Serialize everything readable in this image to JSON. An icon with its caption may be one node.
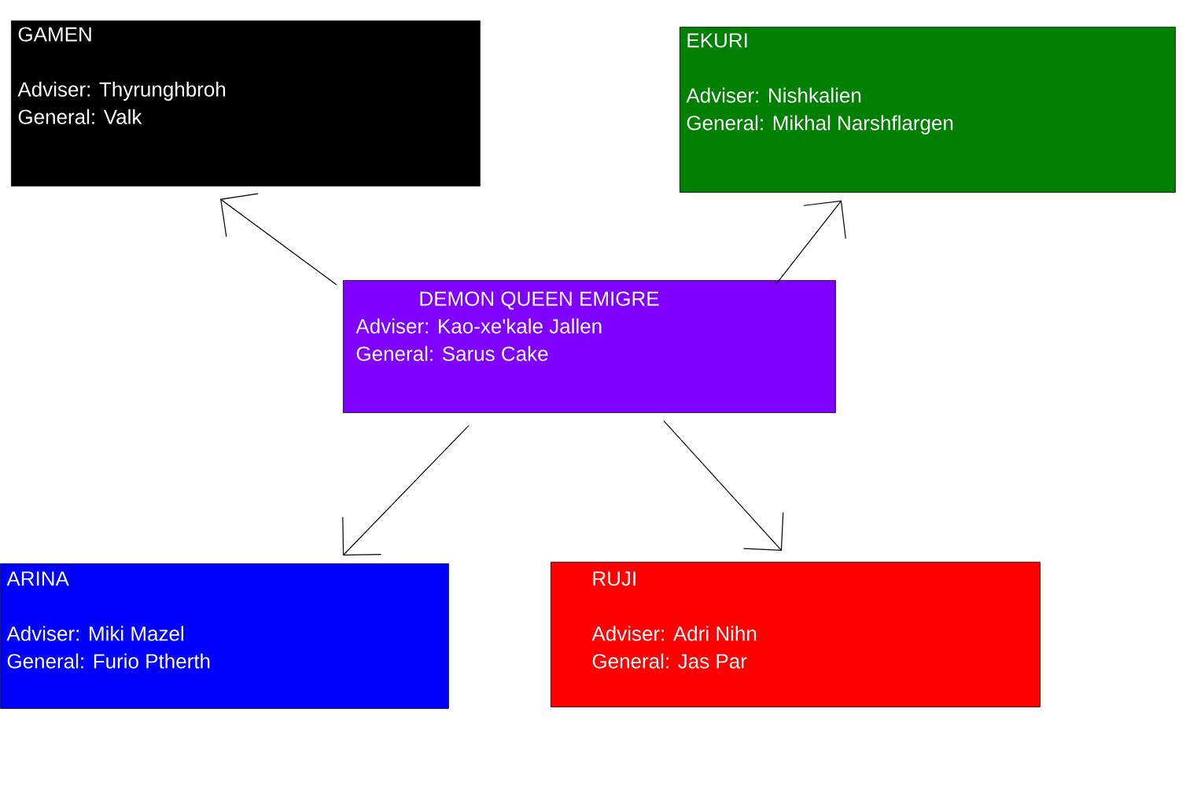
{
  "diagram": {
    "nodes": [
      {
        "text": [
          "GAMEN",
          "Adviser: Thyrunghbroh",
          "General: Valk"
        ]
      },
      {
        "text": [
          "EKURI",
          "Adviser: Nishkalien",
          "General: Mikhal Narshflargen"
        ]
      },
      {
        "text": [
          "DEMON QUEEN EMIGRE",
          "Adviser: Kao-xe'kale Jallen",
          "General: Sarus Cake"
        ]
      },
      {
        "text": [
          "ARINA",
          "Adviser: Miki Mazel",
          "General: Furio Ptherth"
        ]
      },
      {
        "text": [
          "RUJI",
          "Adviser: Adri Nihn",
          "General: Jas Par"
        ]
      }
    ],
    "edges": [
      {
        "from": 2,
        "to": 0,
        "arrow": "to"
      },
      {
        "from": 2,
        "to": 1,
        "arrow": "to"
      },
      {
        "from": 2,
        "to": 3,
        "arrow": "to"
      },
      {
        "from": 2,
        "to": 4,
        "arrow": "to"
      }
    ]
  }
}
